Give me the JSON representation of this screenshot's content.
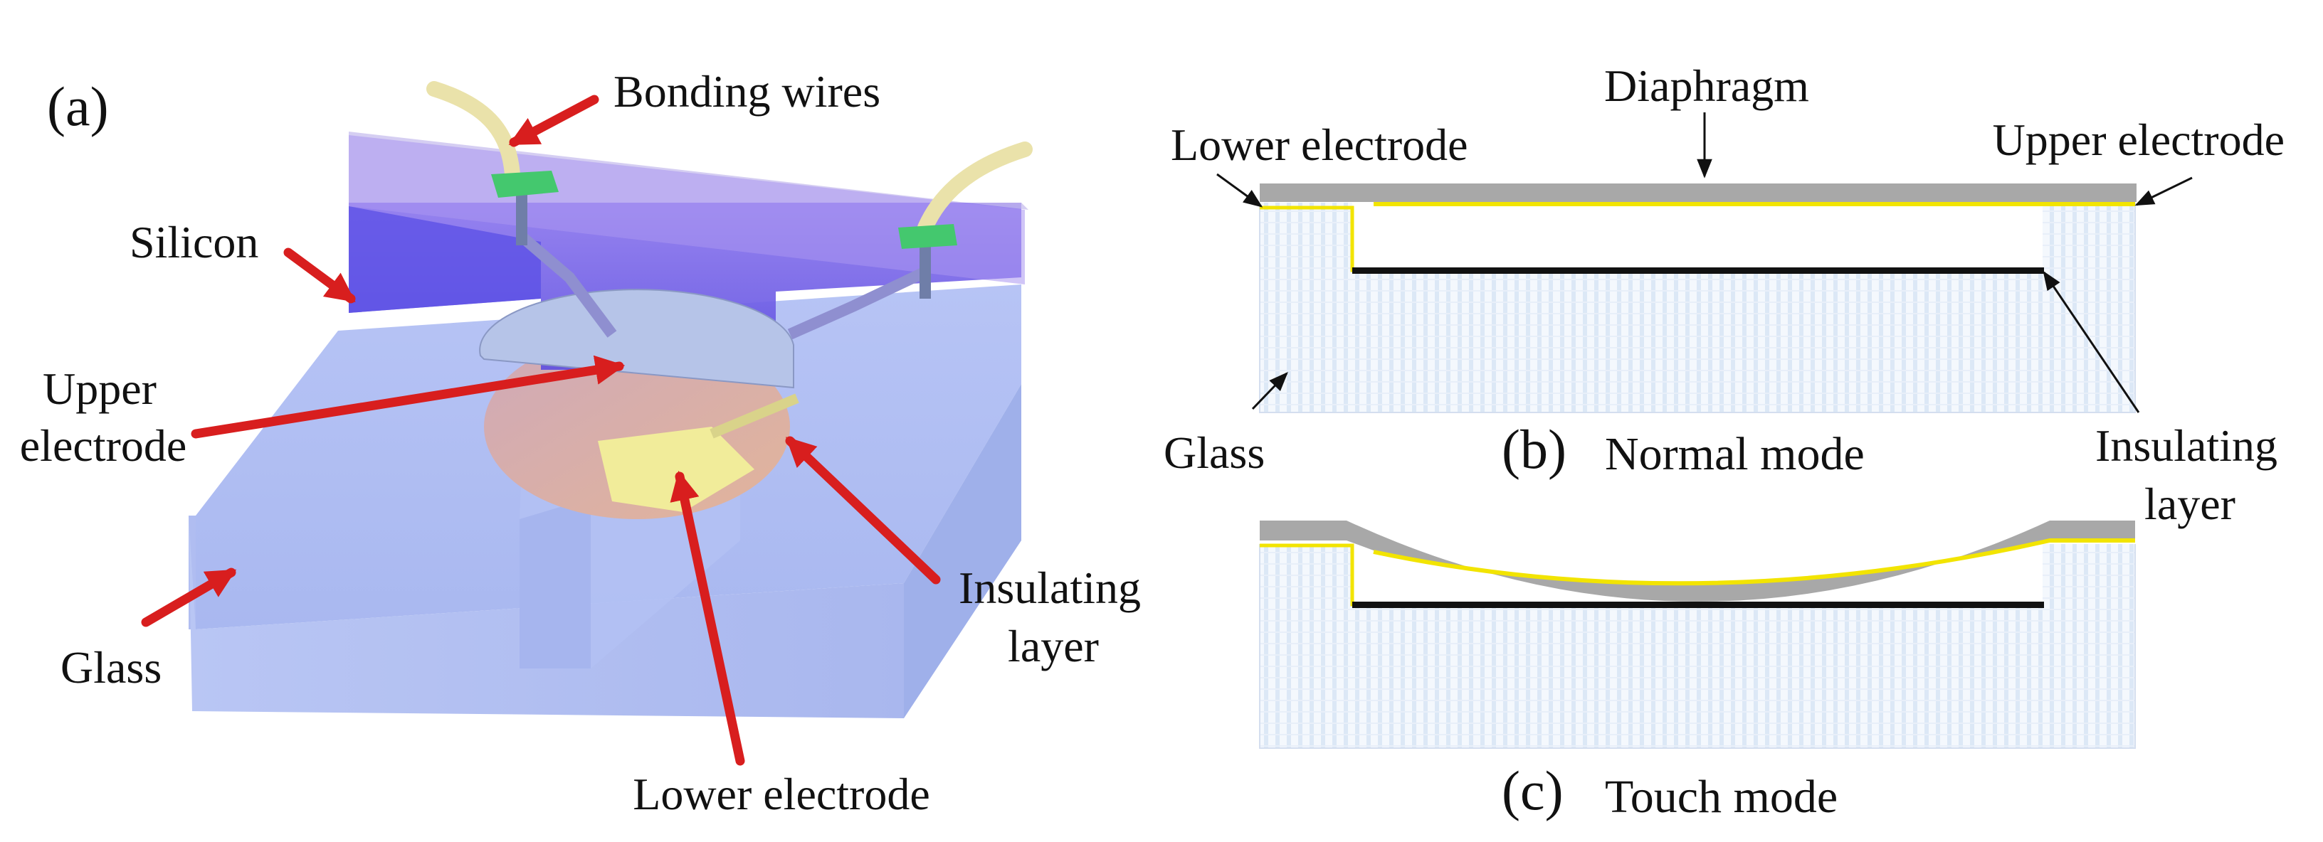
{
  "panel_a": {
    "tag": "(a)",
    "labels": {
      "bonding_wires": "Bonding wires",
      "silicon": "Silicon",
      "upper_electrode_1": "Upper",
      "upper_electrode_2": "electrode",
      "glass": "Glass",
      "insulating_1": "Insulating",
      "insulating_2": "layer",
      "lower_electrode": "Lower electrode"
    }
  },
  "panel_b": {
    "tag": "(b)",
    "caption": "Normal mode",
    "labels": {
      "diaphragm": "Diaphragm",
      "lower_electrode": "Lower electrode",
      "upper_electrode": "Upper electrode",
      "glass": "Glass",
      "insulating_1": "Insulating",
      "insulating_2": "layer"
    }
  },
  "panel_c": {
    "tag": "(c)",
    "caption": "Touch mode"
  },
  "colors": {
    "arrow_red": "#d81e1e",
    "glass_blue": "#aebdf2",
    "silicon_purple": "#7a62e6",
    "diaphragm_gray": "#a8a8a8",
    "electrode_yellow": "#f2e400",
    "insulator_black": "#111111",
    "wire_cream": "#efe7b4",
    "pad_green": "#44c86e"
  }
}
